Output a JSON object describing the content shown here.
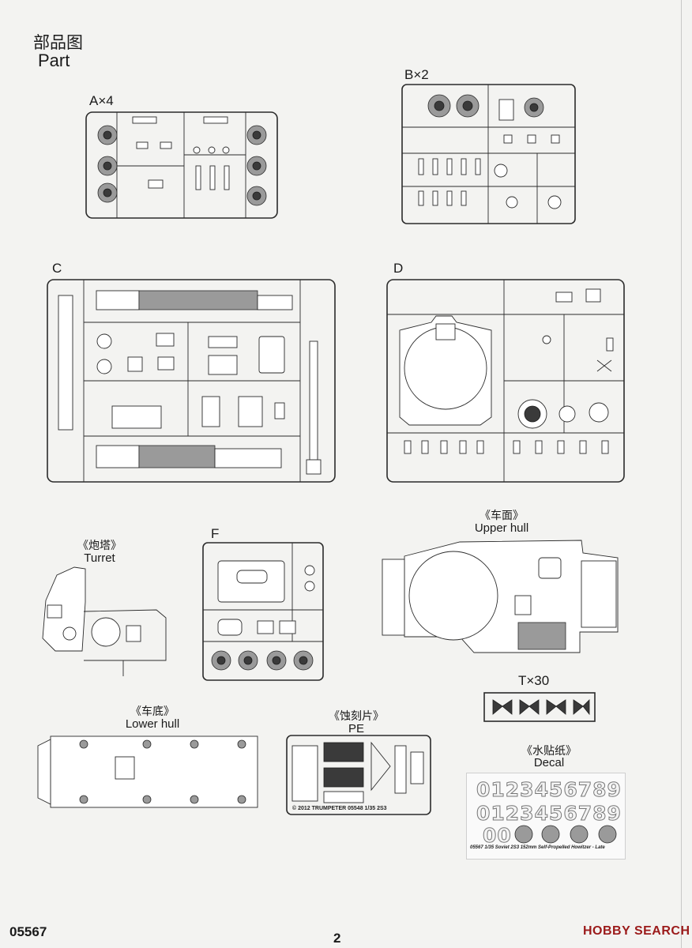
{
  "header": {
    "title_cn": "部品图",
    "title_en": "Part"
  },
  "sprues": {
    "a": "A×4",
    "b": "B×2",
    "c": "C",
    "d": "D",
    "f": "F",
    "t": "T×30"
  },
  "groups": {
    "turret_cn": "《炮塔》",
    "turret_en": "Turret",
    "upper_cn": "《车面》",
    "upper_en": "Upper hull",
    "lower_cn": "《车底》",
    "lower_en": "Lower hull",
    "pe_cn": "《蚀刻片》",
    "pe_en": "PE",
    "decal_cn": "《水贴纸》",
    "decal_en": "Decal"
  },
  "pe_sheet": {
    "caption": "© 2012 TRUMPETER 05548 1/35 2S3"
  },
  "decal_sheet": {
    "row1": "0123456789",
    "row2": "0123456789",
    "row3_digits": "00",
    "caption": "05567 1/35 Soviet 2S3 152mm Self-Propelled Howitzer - Late"
  },
  "footer": {
    "code": "05567",
    "page": "2",
    "watermark": "HOBBY SEARCH"
  }
}
